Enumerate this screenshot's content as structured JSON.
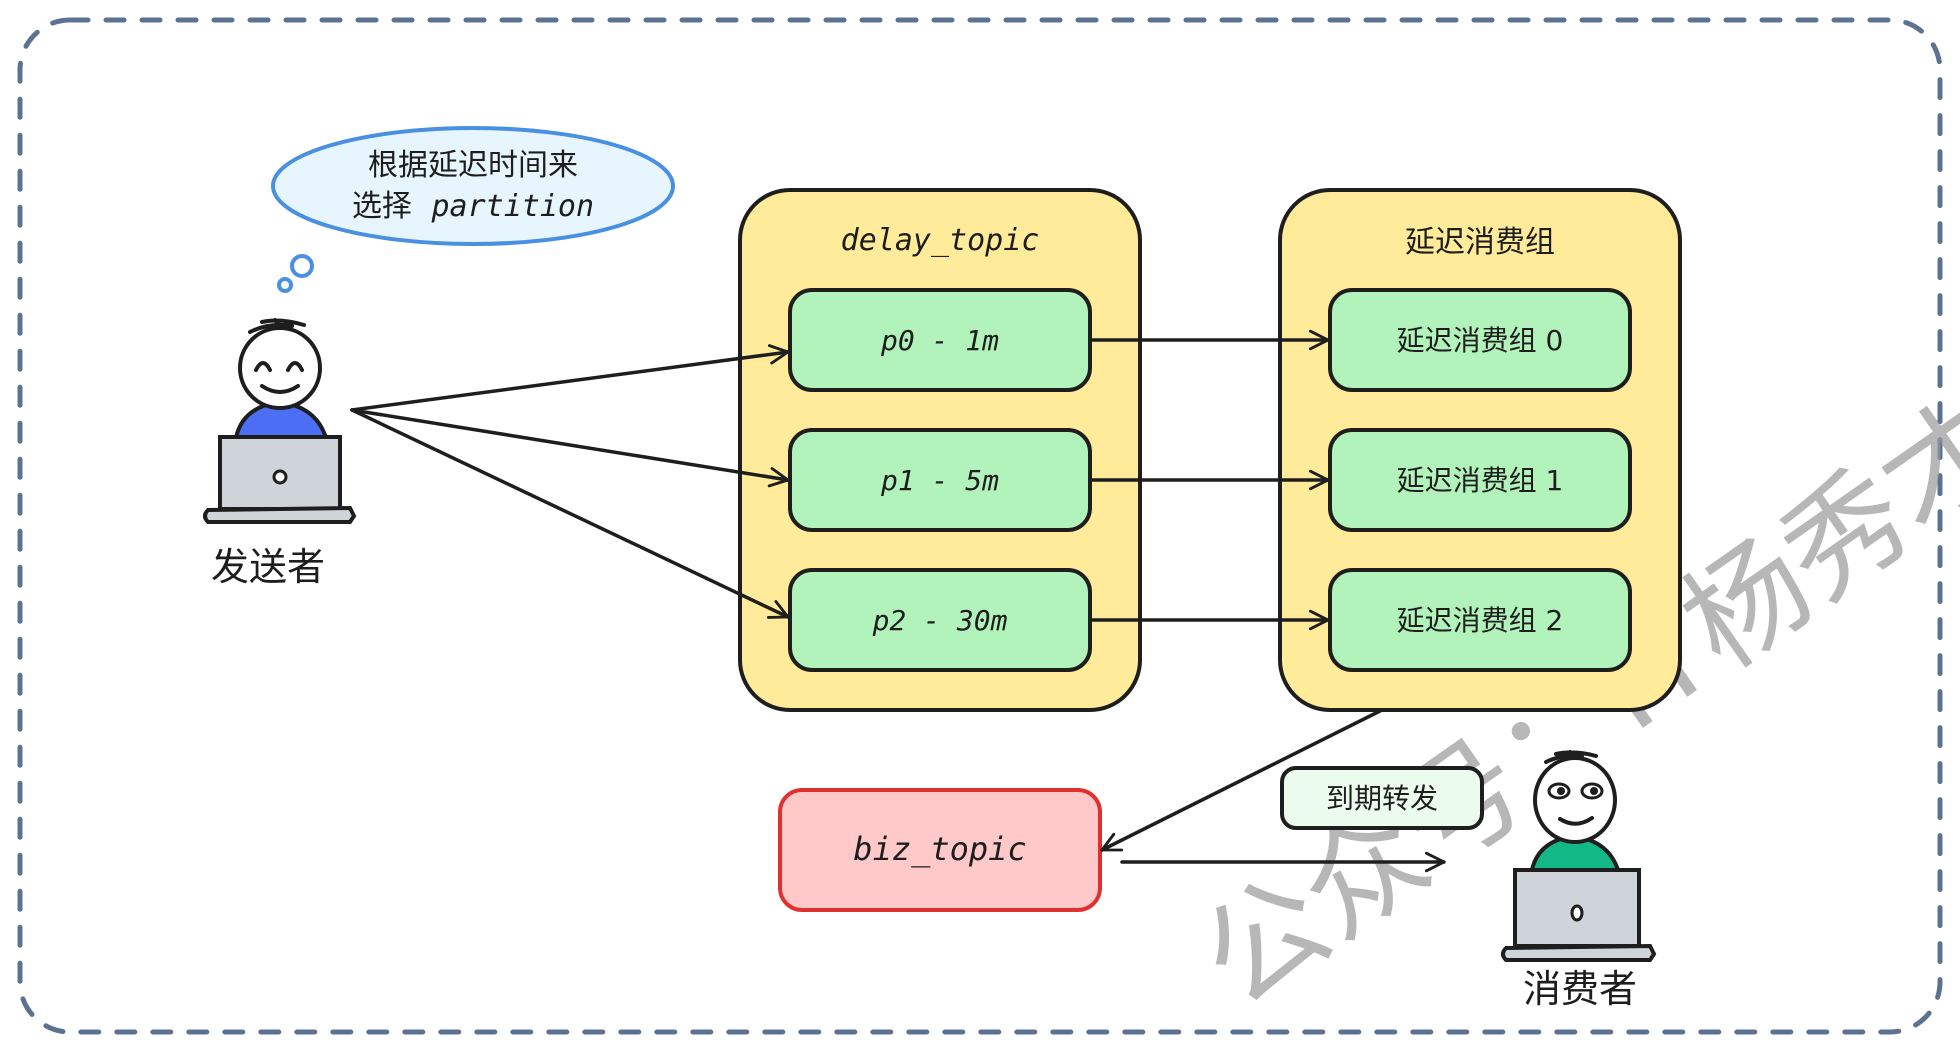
{
  "diagram": {
    "thought_bubble": {
      "line1": "根据延迟时间来",
      "line2_cn": "选择",
      "line2_en": "partition"
    },
    "sender": {
      "label": "发送者"
    },
    "consumer": {
      "label": "消费者"
    },
    "delay_topic": {
      "title": "delay_topic",
      "partitions": [
        {
          "label": "p0 - 1m"
        },
        {
          "label": "p1 - 5m"
        },
        {
          "label": "p2 - 30m"
        }
      ]
    },
    "delay_consumer_groups": {
      "title": "延迟消费组",
      "groups": [
        {
          "label": "延迟消费组 0"
        },
        {
          "label": "延迟消费组 1"
        },
        {
          "label": "延迟消费组 2"
        }
      ]
    },
    "biz_topic": {
      "label": "biz_topic"
    },
    "forward_label": {
      "label": "到期转发"
    },
    "watermark": {
      "text": "公众号：IT杨秀才"
    },
    "colors": {
      "frame_dash": "#5c7291",
      "container_fill": "#ffeb99",
      "partition_fill": "#b2f2bb",
      "biz_fill": "#ffc9c9",
      "biz_stroke": "#e03131",
      "bubble_fill": "#e7f5ff",
      "bubble_stroke": "#4a90e2",
      "forward_fill": "#ebfbee",
      "sender_shirt": "#4c6ef5",
      "consumer_shirt": "#12b886",
      "laptop_fill": "#ced4da"
    }
  }
}
